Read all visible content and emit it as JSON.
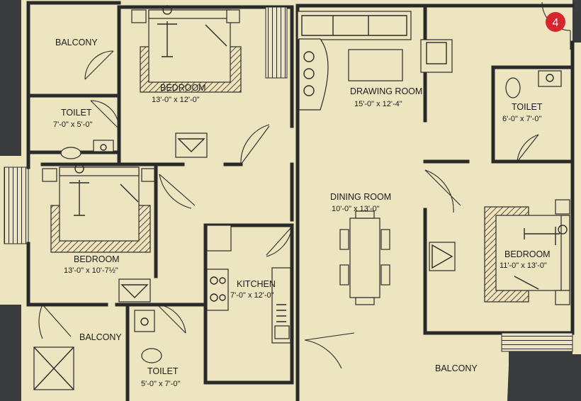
{
  "badge": {
    "number": "4",
    "color": "#d6262b"
  },
  "colors": {
    "floor": "#ece5bf",
    "outside": "#3a3b3d",
    "wall": "#2a2a2a",
    "hatch": "#7a5a3a"
  },
  "rooms": [
    {
      "id": "balcony-top-left",
      "name": "BALCONY",
      "dims": ""
    },
    {
      "id": "toilet-left",
      "name": "TOILET",
      "dims": "7'-0\" x 5'-0\""
    },
    {
      "id": "bedroom-top",
      "name": "BEDROOM",
      "dims": "13'-0\" x 12'-0\""
    },
    {
      "id": "drawing-room",
      "name": "DRAWING ROOM",
      "dims": "15'-0\" x 12'-4\""
    },
    {
      "id": "toilet-right",
      "name": "TOILET",
      "dims": "6'-0\" x 7'-0\""
    },
    {
      "id": "bedroom-left",
      "name": "BEDROOM",
      "dims": "13'-0\" x 10'-7½\""
    },
    {
      "id": "dining-room",
      "name": "DINING ROOM",
      "dims": "10'-0\" x 13'-0\""
    },
    {
      "id": "bedroom-right",
      "name": "BEDROOM",
      "dims": "11'-0\" x 13'-0\""
    },
    {
      "id": "kitchen",
      "name": "KITCHEN",
      "dims": "7'-0\" x 12'-0\""
    },
    {
      "id": "balcony-bottom-left",
      "name": "BALCONY",
      "dims": ""
    },
    {
      "id": "toilet-bottom",
      "name": "TOILET",
      "dims": "5'-0\" x 7'-0\""
    },
    {
      "id": "balcony-bottom",
      "name": "BALCONY",
      "dims": ""
    }
  ]
}
